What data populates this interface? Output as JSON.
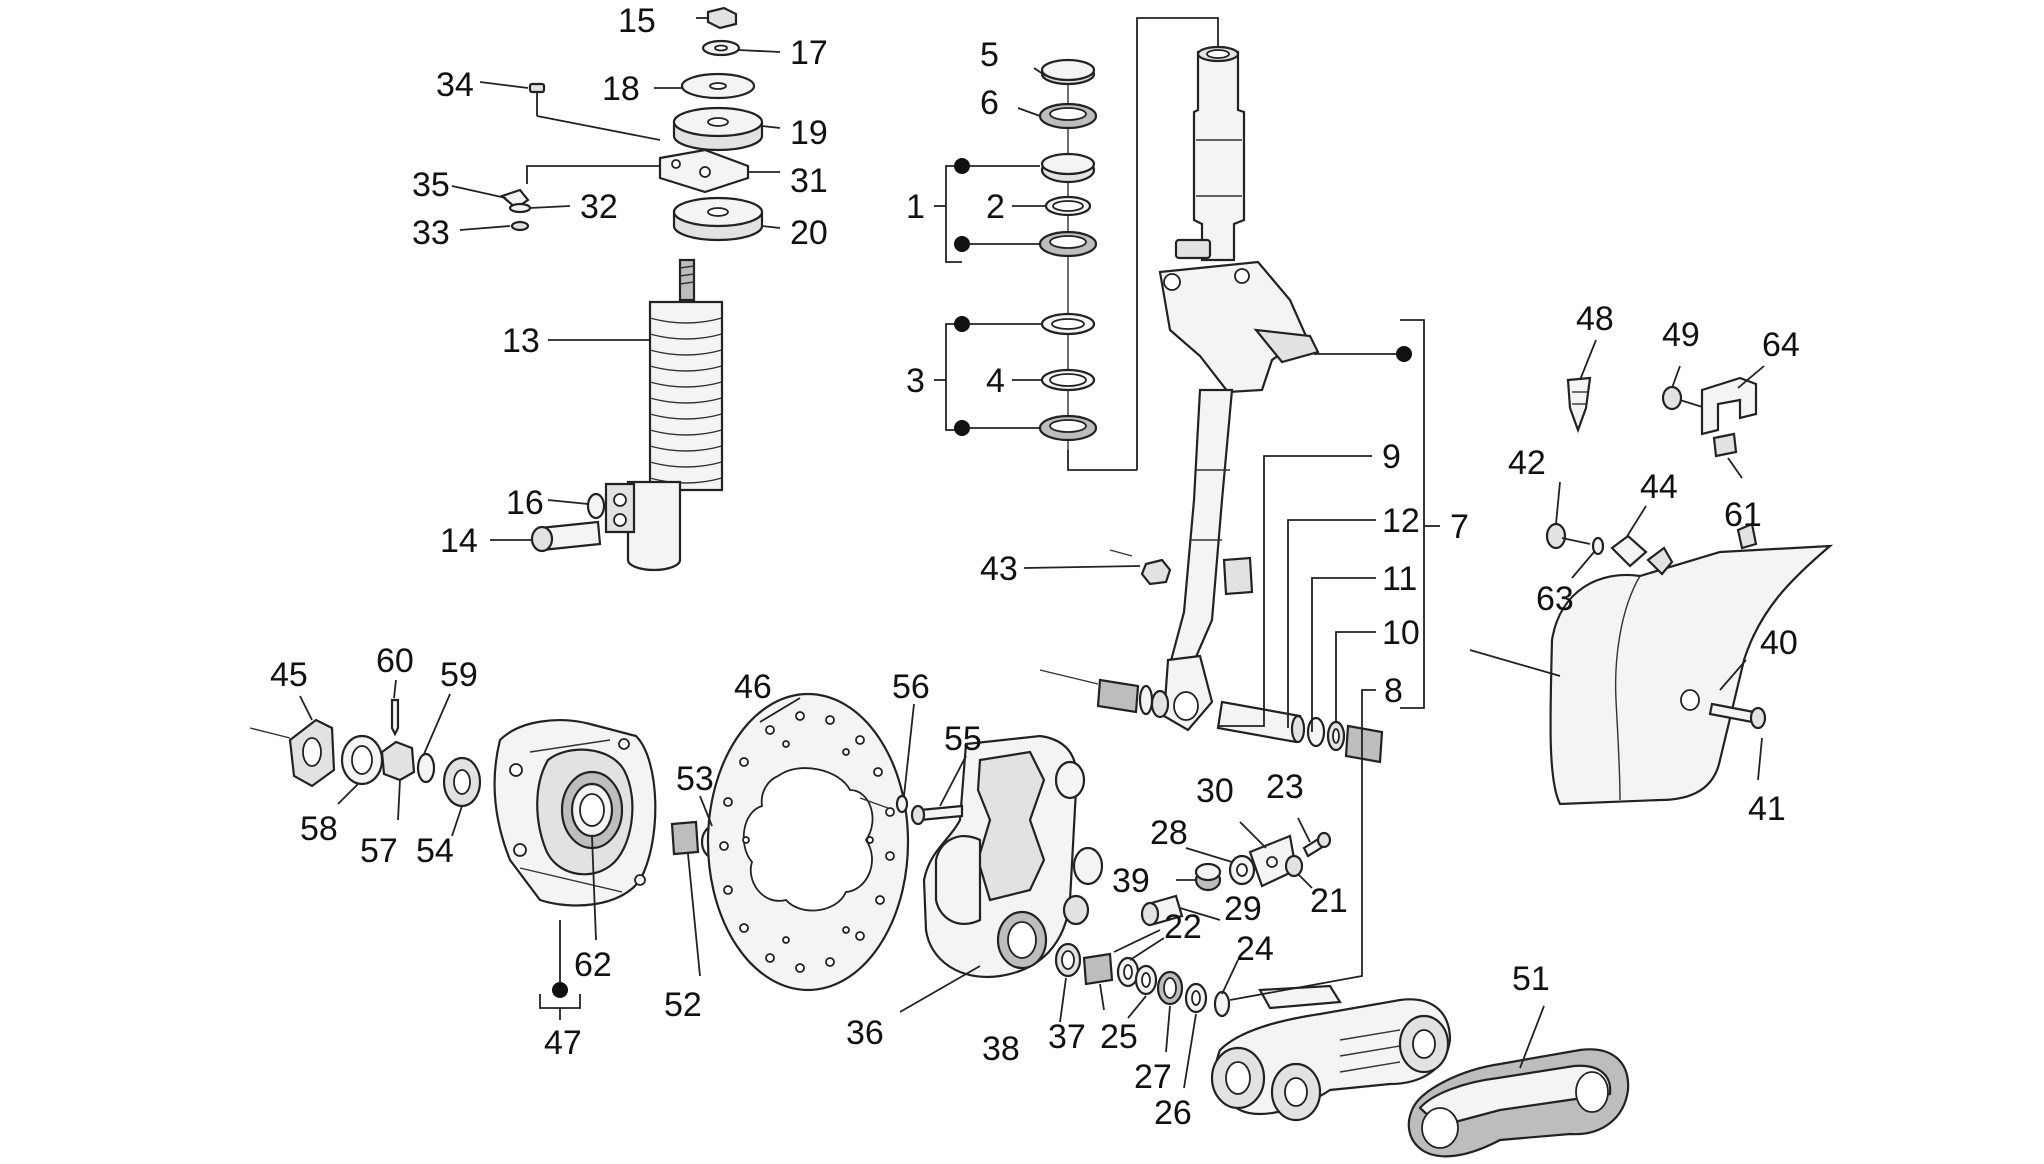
{
  "callouts": [
    "1",
    "2",
    "3",
    "4",
    "5",
    "6",
    "7",
    "8",
    "9",
    "10",
    "11",
    "12",
    "13",
    "14",
    "15",
    "16",
    "17",
    "18",
    "19",
    "20",
    "21",
    "22",
    "23",
    "24",
    "25",
    "26",
    "27",
    "28",
    "29",
    "30",
    "31",
    "32",
    "33",
    "34",
    "35",
    "36",
    "37",
    "38",
    "39",
    "40",
    "41",
    "42",
    "43",
    "44",
    "45",
    "46",
    "47",
    "48",
    "49",
    "51",
    "52",
    "53",
    "54",
    "55",
    "56",
    "57",
    "58",
    "59",
    "60",
    "61",
    "62",
    "63",
    "64"
  ],
  "kit_marker": "filled-dot"
}
